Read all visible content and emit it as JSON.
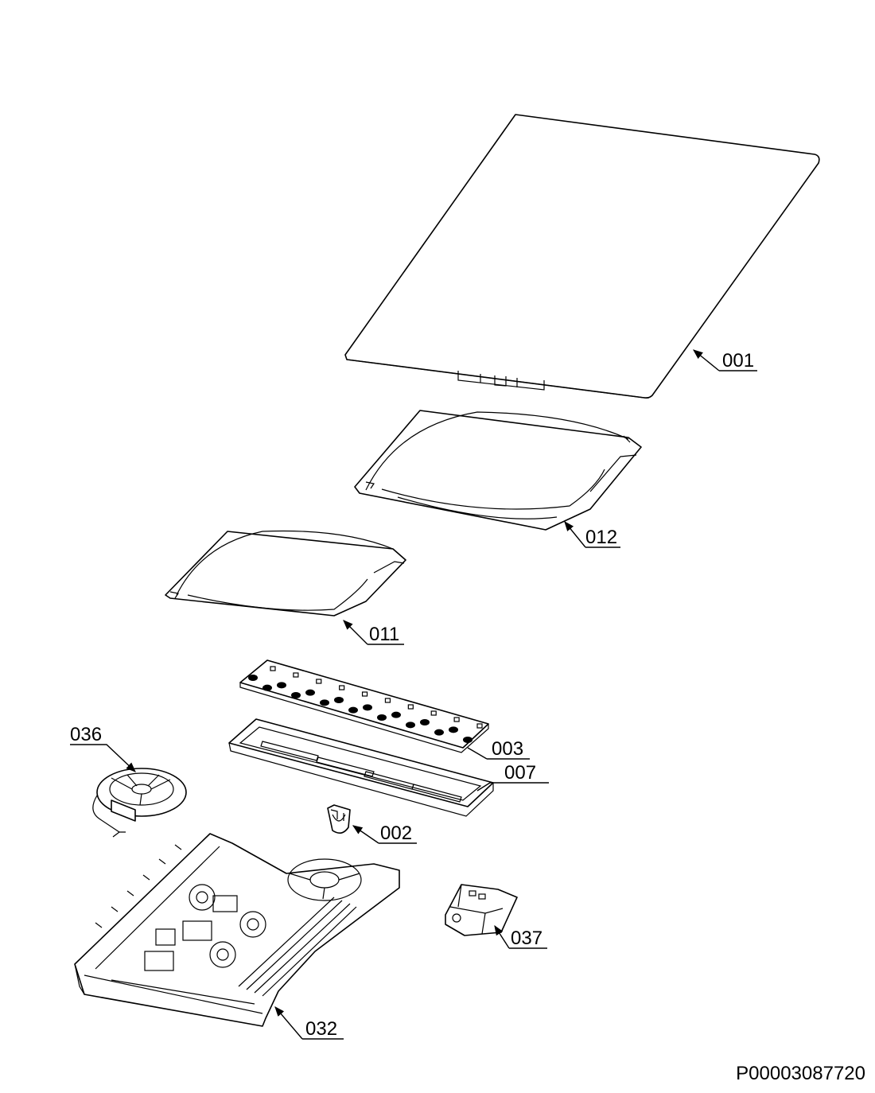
{
  "document": {
    "drawing_number": "P00003087720"
  },
  "parts": [
    {
      "id": "part-001",
      "label": "001"
    },
    {
      "id": "part-012",
      "label": "012"
    },
    {
      "id": "part-011",
      "label": "011"
    },
    {
      "id": "part-003",
      "label": "003"
    },
    {
      "id": "part-007",
      "label": "007"
    },
    {
      "id": "part-036",
      "label": "036"
    },
    {
      "id": "part-002",
      "label": "002"
    },
    {
      "id": "part-037",
      "label": "037"
    },
    {
      "id": "part-032",
      "label": "032"
    }
  ]
}
